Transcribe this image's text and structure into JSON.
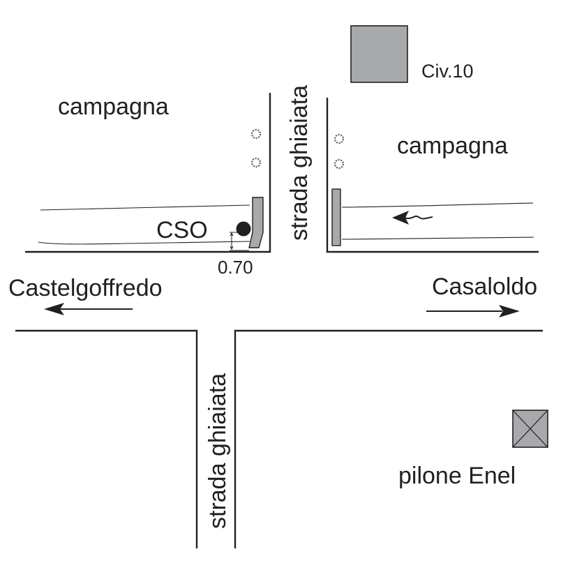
{
  "labels": {
    "field_top_left": "campagna",
    "field_top_right": "campagna",
    "house_number": "Civ.10",
    "gravel_road_north": "strada ghiaiata",
    "gravel_road_south": "strada ghiaiata",
    "outfall": "CSO",
    "outfall_height": "0.70",
    "direction_west": "Castelgoffredo",
    "direction_east": "Casaloldo",
    "power_pylon": "pilone Enel"
  },
  "icons": {
    "building": "building-icon",
    "tree": "tree-icon",
    "pylon": "pylon-icon",
    "outfall_point": "cso-point-icon",
    "headwall": "headwall-icon",
    "flow_arrow": "flow-arrow-icon",
    "direction_arrow": "arrow-icon"
  },
  "colors": {
    "line": "#231f20",
    "structure_fill": "#a7a9ac",
    "tree": "#6d6e71",
    "background": "#ffffff"
  }
}
